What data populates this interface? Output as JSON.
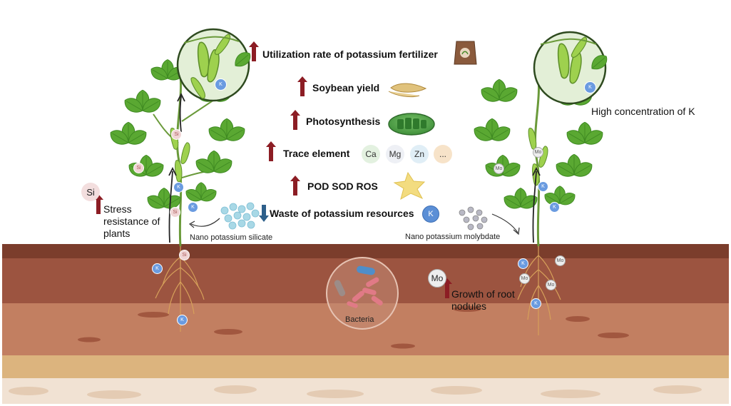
{
  "effects": [
    {
      "label": "Utilization rate of potassium fertilizer",
      "direction": "up"
    },
    {
      "label": "Soybean yield",
      "direction": "up"
    },
    {
      "label": "Photosynthesis",
      "direction": "up"
    },
    {
      "label": "Trace element",
      "direction": "up"
    },
    {
      "label": "POD SOD ROS",
      "direction": "up"
    },
    {
      "label": "Waste of potassium resources",
      "direction": "down"
    }
  ],
  "trace_elements": [
    "Ca",
    "Mg",
    "Zn",
    "..."
  ],
  "left": {
    "si_label": "Si",
    "note": "Stress resistance of plants",
    "source": "Nano potassium silicate",
    "ion_k": "K",
    "ion_si": "Si"
  },
  "right": {
    "mo_label": "Mo",
    "note": "Growth of root nodules",
    "source": "Nano potassium molybdate",
    "zoom_note": "High concentration of K",
    "ion_k": "K",
    "ion_mo": "Mo"
  },
  "potassium_symbol": "K",
  "soil_center": "Bacteria",
  "colors": {
    "up_arrow": "#8c1d24",
    "down_arrow": "#2d5f8a",
    "leaf": "#5aa832",
    "leaf_dark": "#3f8a22",
    "soil_top": "#7b3d2c",
    "soil_mid": "#a5614a",
    "soil_low": "#c78a6c",
    "sand": "#dcb47e",
    "bedrock": "#f1e2d3"
  }
}
